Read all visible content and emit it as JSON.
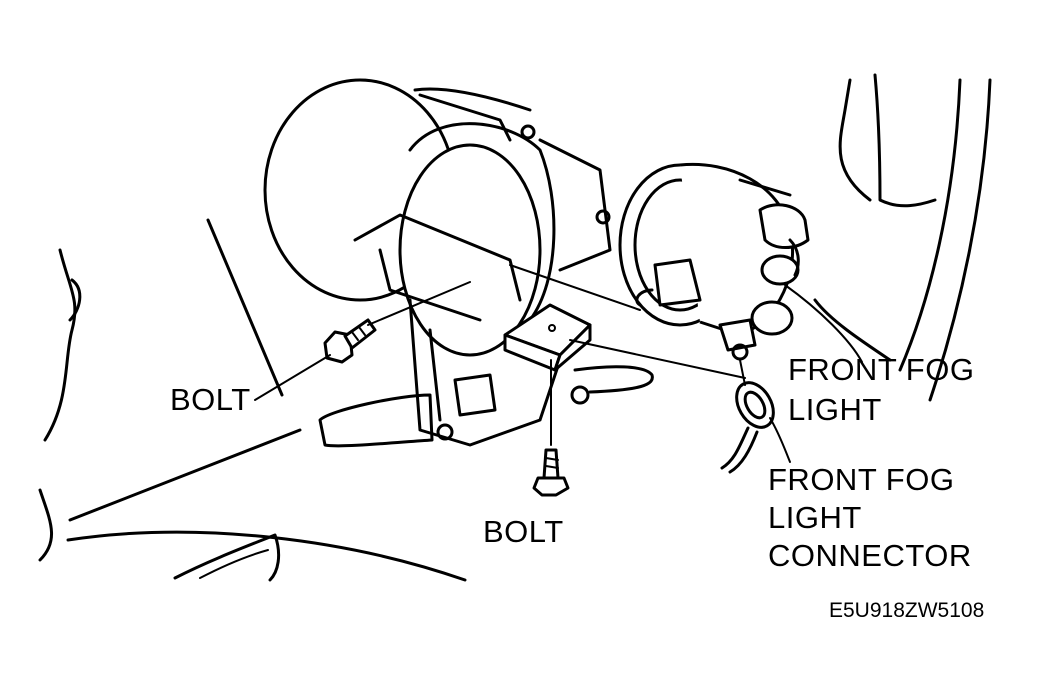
{
  "labels": {
    "bolt_left": "BOLT",
    "bolt_bottom": "BOLT",
    "fog_light_line1": "FRONT FOG",
    "fog_light_line2": "LIGHT",
    "connector_line1": "FRONT FOG",
    "connector_line2": "LIGHT",
    "connector_line3": "CONNECTOR"
  },
  "figure_code": "E5U918ZW5108",
  "colors": {
    "ink": "#000000",
    "paper": "#ffffff"
  }
}
